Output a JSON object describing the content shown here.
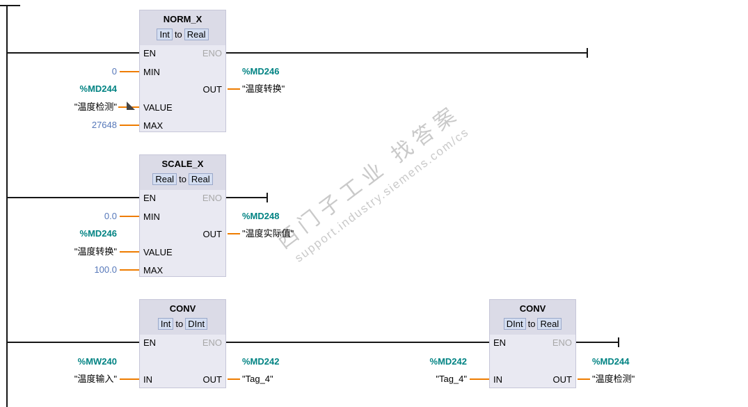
{
  "watermark": {
    "line1": "西门子工业 找答案",
    "line2": "support.industry.siemens.com/cs"
  },
  "colors": {
    "tag": "#018383",
    "constant": "#5577b9",
    "connector_stub": "#ee7c00",
    "eno_disabled": "#a9a9a9",
    "block_body": "#e9e9f2",
    "block_header": "#dbdbe7"
  },
  "blocks": [
    {
      "title": "NORM_X",
      "type_from": "Int",
      "type_sep": "to",
      "type_to": "Real",
      "pins": {
        "en": "EN",
        "eno": "ENO",
        "min": "MIN",
        "out": "OUT",
        "value": "VALUE",
        "max": "MAX"
      },
      "operands": {
        "min": "0",
        "max": "27648",
        "value_tag": "%MD244",
        "value_comment": "\"温度检测\"",
        "out_tag": "%MD246",
        "out_comment": "\"温度转换\""
      }
    },
    {
      "title": "SCALE_X",
      "type_from": "Real",
      "type_sep": "to",
      "type_to": "Real",
      "pins": {
        "en": "EN",
        "eno": "ENO",
        "min": "MIN",
        "out": "OUT",
        "value": "VALUE",
        "max": "MAX"
      },
      "operands": {
        "min": "0.0",
        "max": "100.0",
        "value_tag": "%MD246",
        "value_comment": "\"温度转换\"",
        "out_tag": "%MD248",
        "out_comment": "\"温度实际值\""
      }
    },
    {
      "title": "CONV",
      "type_from": "Int",
      "type_sep": "to",
      "type_to": "DInt",
      "pins": {
        "en": "EN",
        "eno": "ENO",
        "in": "IN",
        "out": "OUT"
      },
      "operands": {
        "in_tag": "%MW240",
        "in_comment": "\"温度输入\"",
        "out_tag": "%MD242",
        "out_comment": "\"Tag_4\""
      }
    },
    {
      "title": "CONV",
      "type_from": "DInt",
      "type_sep": "to",
      "type_to": "Real",
      "pins": {
        "en": "EN",
        "eno": "ENO",
        "in": "IN",
        "out": "OUT"
      },
      "operands": {
        "in_tag": "%MD242",
        "in_comment": "\"Tag_4\"",
        "out_tag": "%MD244",
        "out_comment": "\"温度检测\""
      }
    }
  ]
}
